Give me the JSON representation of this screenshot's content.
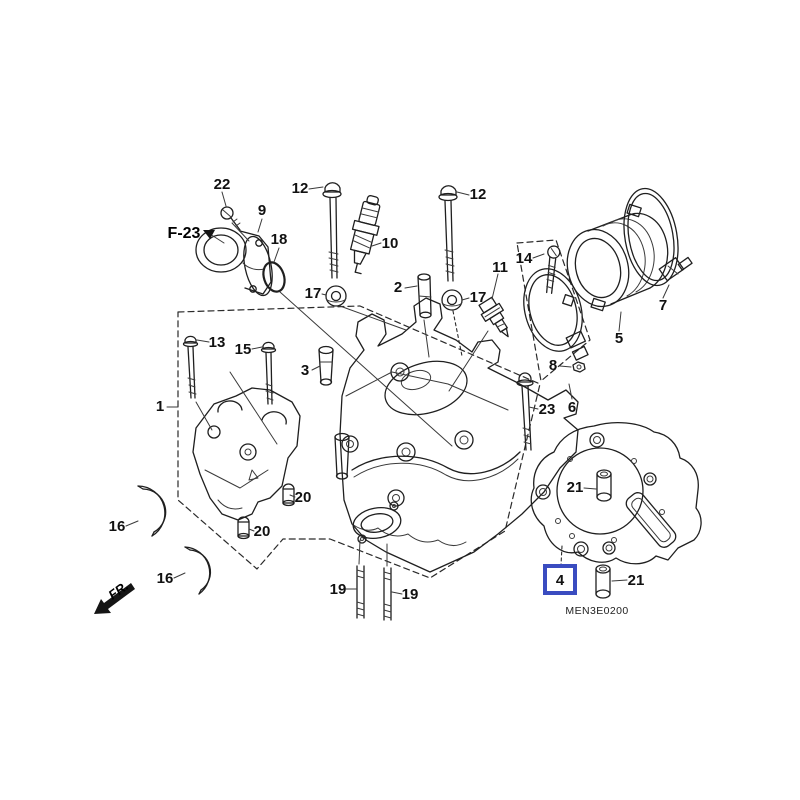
{
  "diagram": {
    "code": "MEN3E0200",
    "page_ref": "F-23",
    "direction_indicator": "FR.",
    "highlight": {
      "callout": "4",
      "color": "#3a4cc0"
    },
    "line_color": "#1f1f1f",
    "background": "#ffffff"
  },
  "callouts": {
    "c22": {
      "label": "22"
    },
    "c12a": {
      "label": "12"
    },
    "c9": {
      "label": "9"
    },
    "c18": {
      "label": "18"
    },
    "c17a": {
      "label": "17"
    },
    "c10": {
      "label": "10"
    },
    "c12b": {
      "label": "12"
    },
    "c2": {
      "label": "2"
    },
    "c17b": {
      "label": "17"
    },
    "c11": {
      "label": "11"
    },
    "c14": {
      "label": "14"
    },
    "c5": {
      "label": "5"
    },
    "c7": {
      "label": "7"
    },
    "c8": {
      "label": "8"
    },
    "c13": {
      "label": "13"
    },
    "c15": {
      "label": "15"
    },
    "c3": {
      "label": "3"
    },
    "c1": {
      "label": "1"
    },
    "c23": {
      "label": "23"
    },
    "c6": {
      "label": "6"
    },
    "c21a": {
      "label": "21"
    },
    "c16a": {
      "label": "16"
    },
    "c16b": {
      "label": "16"
    },
    "c20a": {
      "label": "20"
    },
    "c20b": {
      "label": "20"
    },
    "c19a": {
      "label": "19"
    },
    "c19b": {
      "label": "19"
    },
    "c4": {
      "label": "4"
    },
    "c21b": {
      "label": "21"
    }
  }
}
